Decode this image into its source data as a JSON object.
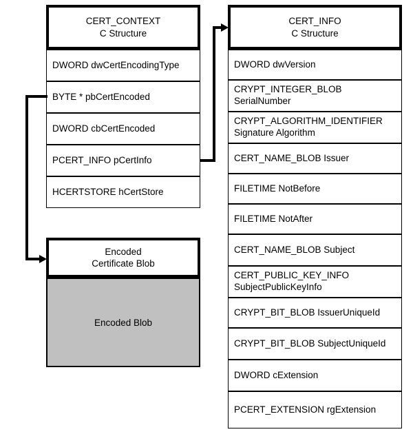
{
  "diagram": {
    "title": "CERT_CONTEXT and CERT_INFO structure relationship",
    "colors": {
      "line": "#000000",
      "blob_fill": "#c0c0c0",
      "background": "#ffffff"
    }
  },
  "cert_context": {
    "header": {
      "line1": "CERT_CONTEXT",
      "line2": "C Structure"
    },
    "fields": [
      {
        "line1": "DWORD dwCertEncodingType",
        "line2": ""
      },
      {
        "line1": "BYTE *  pbCertEncoded",
        "line2": ""
      },
      {
        "line1": "DWORD  cbCertEncoded",
        "line2": ""
      },
      {
        "line1": "PCERT_INFO  pCertInfo",
        "line2": ""
      },
      {
        "line1": "HCERTSTORE  hCertStore",
        "line2": ""
      }
    ]
  },
  "encoded_blob": {
    "header": {
      "line1": "Encoded",
      "line2": "Certificate Blob"
    },
    "body_label": "Encoded Blob"
  },
  "cert_info": {
    "header": {
      "line1": "CERT_INFO",
      "line2": "C Structure"
    },
    "fields": [
      {
        "line1": "DWORD dwVersion",
        "line2": ""
      },
      {
        "line1": "CRYPT_INTEGER_BLOB",
        "line2": "SerialNumber"
      },
      {
        "line1": "CRYPT_ALGORITHM_IDENTIFIER",
        "line2": "Signature Algorithm"
      },
      {
        "line1": "CERT_NAME_BLOB Issuer",
        "line2": ""
      },
      {
        "line1": "FILETIME NotBefore",
        "line2": ""
      },
      {
        "line1": "FILETIME NotAfter",
        "line2": ""
      },
      {
        "line1": "CERT_NAME_BLOB Subject",
        "line2": ""
      },
      {
        "line1": "CERT_PUBLIC_KEY_INFO",
        "line2": "SubjectPublicKeyInfo"
      },
      {
        "line1": "CRYPT_BIT_BLOB IssuerUniqueId",
        "line2": ""
      },
      {
        "line1": "CRYPT_BIT_BLOB SubjectUniqueId",
        "line2": ""
      },
      {
        "line1": "DWORD cExtension",
        "line2": ""
      },
      {
        "line1": "PCERT_EXTENSION rgExtension",
        "line2": ""
      }
    ]
  },
  "connectors": [
    {
      "name": "pbCertEncoded-to-encoded-blob",
      "from": "BYTE *  pbCertEncoded",
      "to": "Encoded Certificate Blob"
    },
    {
      "name": "pCertInfo-to-cert-info",
      "from": "PCERT_INFO  pCertInfo",
      "to": "CERT_INFO C Structure"
    }
  ]
}
